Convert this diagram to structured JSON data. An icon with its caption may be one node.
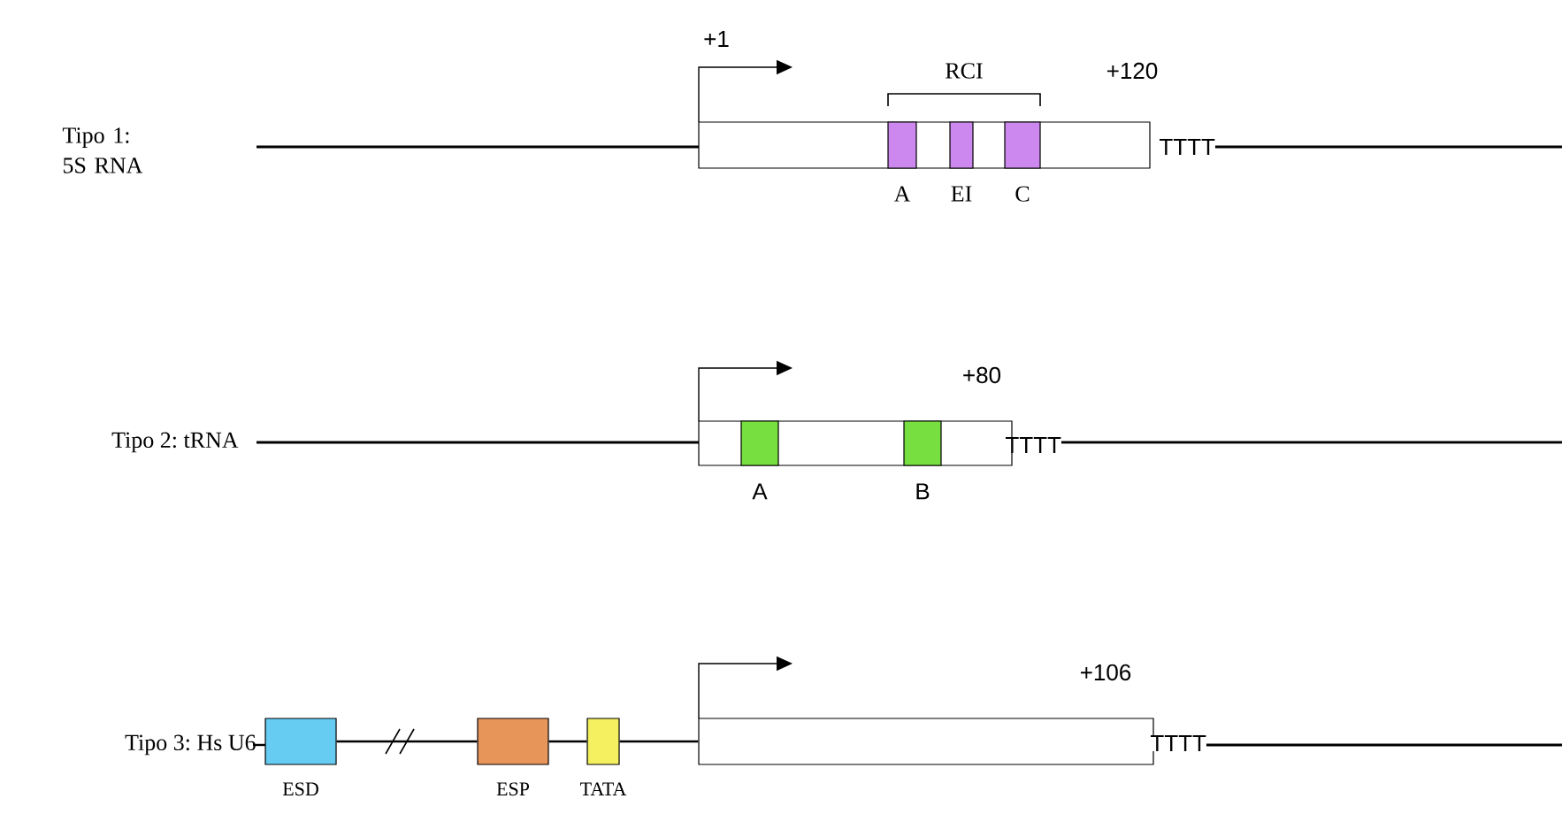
{
  "diagram": {
    "nodes": [
      {
        "text": [
          "TTTT"
        ]
      },
      {
        "text": [
          "A"
        ],
        "in": 0
      },
      {
        "text": [
          "EI"
        ],
        "in": 0
      },
      {
        "text": [
          "C"
        ],
        "in": 0
      },
      {
        "text": [
          "TTTT"
        ]
      },
      {
        "text": [
          "A"
        ],
        "in": 4
      },
      {
        "text": [
          "B"
        ],
        "in": 4
      },
      {
        "text": [
          "ESD"
        ]
      },
      {
        "text": [
          "ESP"
        ]
      },
      {
        "text": [
          "TATA"
        ]
      },
      {
        "text": [
          "TTTT"
        ]
      }
    ],
    "edges": [
      {
        "from": 7,
        "to": 8,
        "arrow": "none"
      },
      {
        "from": 8,
        "to": 9,
        "arrow": "none"
      },
      {
        "from": 9,
        "to": 10,
        "arrow": "none"
      }
    ],
    "labels": [
      "+1",
      "RCI",
      "+120",
      "Tipo 1: 5S RNA",
      "+80",
      "Tipo 2: tRNA",
      "+106",
      "Tipo 3: Hs U6"
    ]
  }
}
